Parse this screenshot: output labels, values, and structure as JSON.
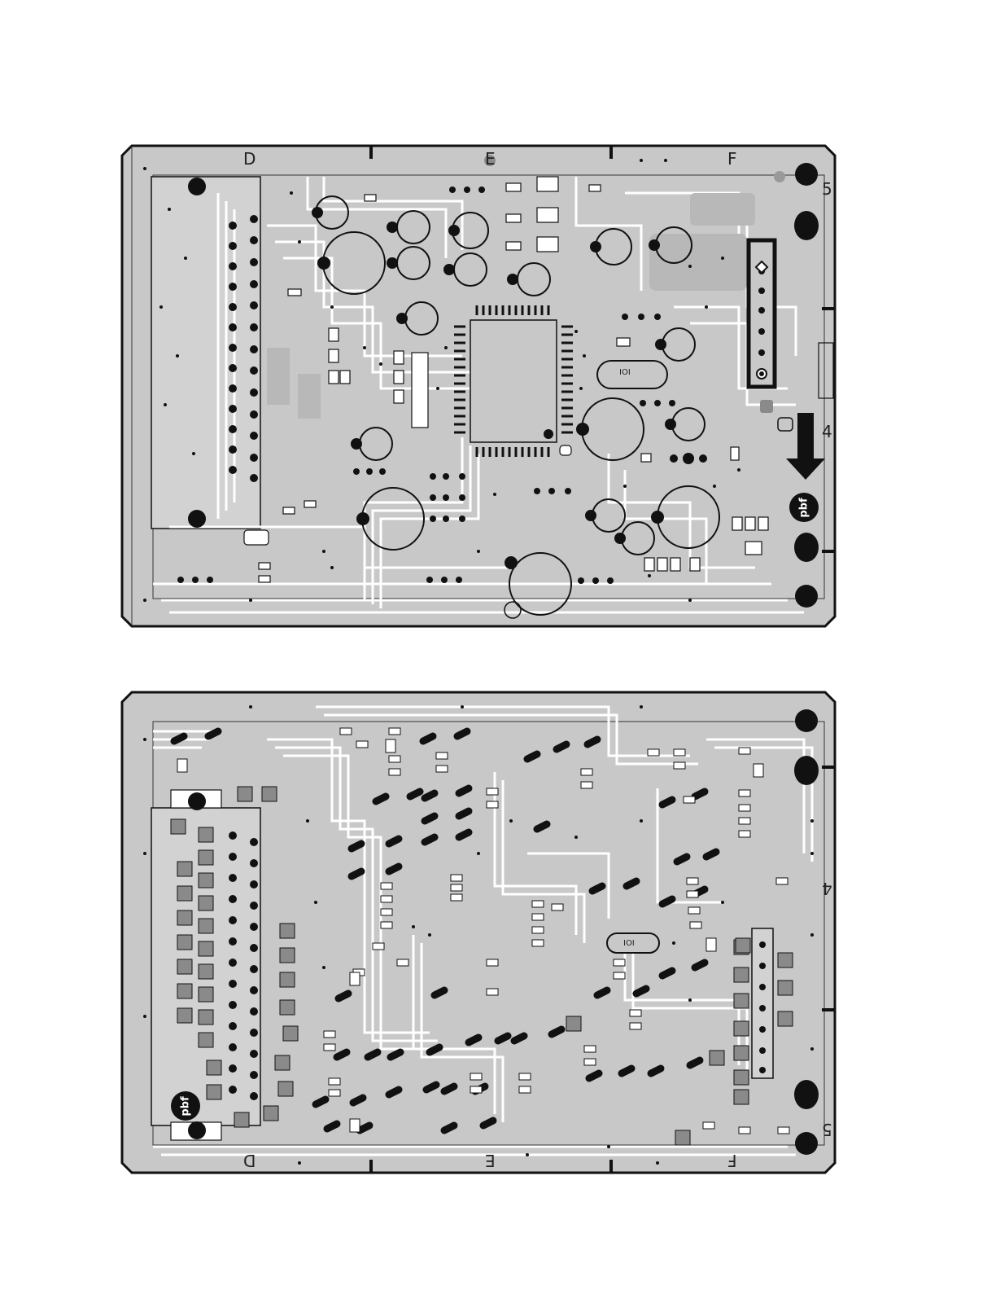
{
  "top_board": {
    "column_labels": [
      "D",
      "E",
      "F"
    ],
    "row_labels": [
      "5",
      "4"
    ],
    "crystal_label": "IOI",
    "lead_free_mark": "pbf"
  },
  "bottom_board": {
    "column_labels": [
      "D",
      "E",
      "F"
    ],
    "row_labels": [
      "4",
      "5"
    ],
    "crystal_label": "IOI",
    "lead_free_mark": "pbf"
  },
  "colors": {
    "board_fill": "#c8c8c8",
    "outline": "#111111",
    "trace": "#ffffff",
    "pad": "#111111",
    "pad_gray": "#8a8a8a"
  }
}
